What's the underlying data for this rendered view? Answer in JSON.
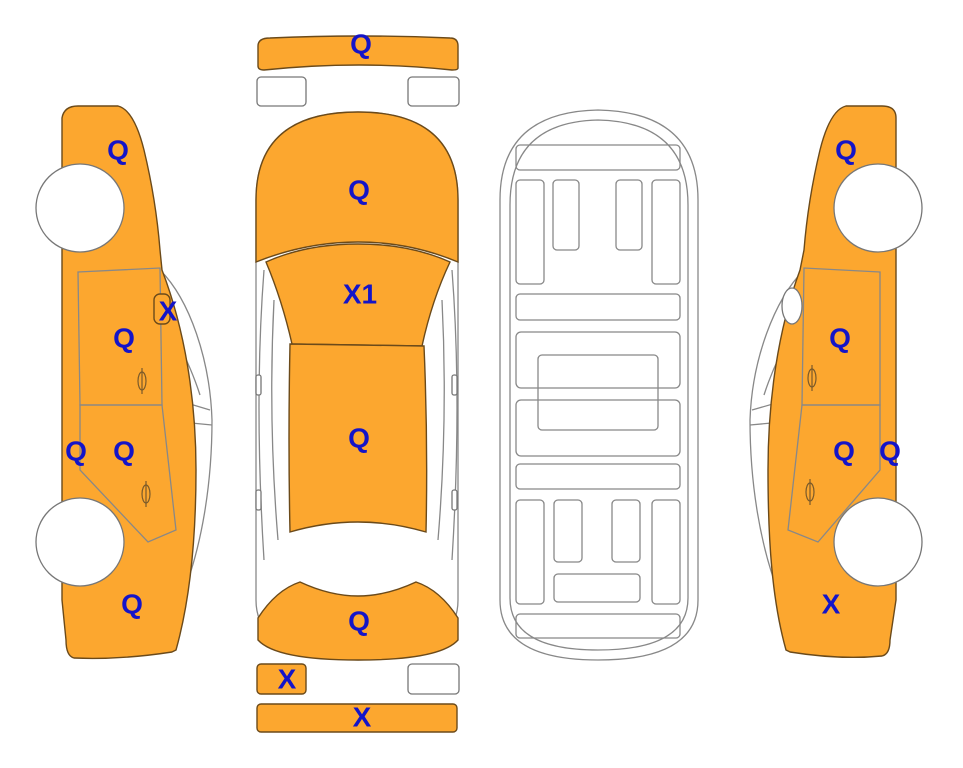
{
  "colors": {
    "damaged_panel": "#fca72f",
    "undamaged_panel": "#ffffff",
    "label": "#1414c8",
    "outline": "#888888"
  },
  "left_side": {
    "front_fender": "Q",
    "front_door_handle": "X",
    "front_door": "Q",
    "rocker": "Q",
    "rear_door": "Q",
    "rear_quarter": "Q"
  },
  "top_view": {
    "front_bumper": "Q",
    "hood": "Q",
    "windshield_roof_front": "X1",
    "roof": "Q",
    "trunk": "Q",
    "rear_left_light": "X",
    "rear_bumper": "X"
  },
  "right_side": {
    "front_fender": "Q",
    "front_door": "Q",
    "rear_door": "Q",
    "rocker": "Q",
    "rear_quarter": "X"
  }
}
